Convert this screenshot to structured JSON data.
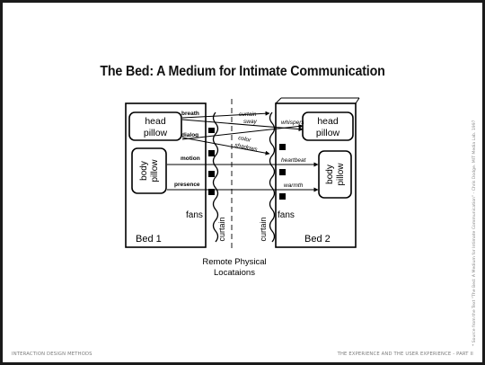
{
  "slide": {
    "title": "The Bed: A Medium for Intimate Communication",
    "footer_left": "INTERACTION DESIGN METHODS",
    "footer_right": "THE EXPERIENCE AND THE USER EXPERIENCE - PART II",
    "side_note": "* Source from the Text \"The Bed: A Medium for Intimate Communication\" - Chris Dodge. MIT Media Lab. 1997"
  },
  "diagram": {
    "bed1": {
      "label": "Bed 1",
      "head_pillow": [
        "head",
        "pillow"
      ],
      "body_pillow": [
        "body",
        "pillow"
      ],
      "fans": "fans",
      "curtain": "curtain",
      "ports": [
        "breath",
        "dialog",
        "motion",
        "presence"
      ]
    },
    "bed2": {
      "label": "Bed 2",
      "head_pillow": [
        "head",
        "pillow"
      ],
      "body_pillow": [
        "body",
        "pillow"
      ],
      "fans": "fans",
      "curtain": "curtain",
      "ports": [
        "whispers",
        "heartbeat",
        "warmth"
      ]
    },
    "middle": {
      "curtain_sway": [
        "curtain",
        "sway"
      ],
      "color_shadows": [
        "color",
        "shadows"
      ]
    },
    "caption": [
      "Remote Physical",
      "Locataions"
    ]
  }
}
